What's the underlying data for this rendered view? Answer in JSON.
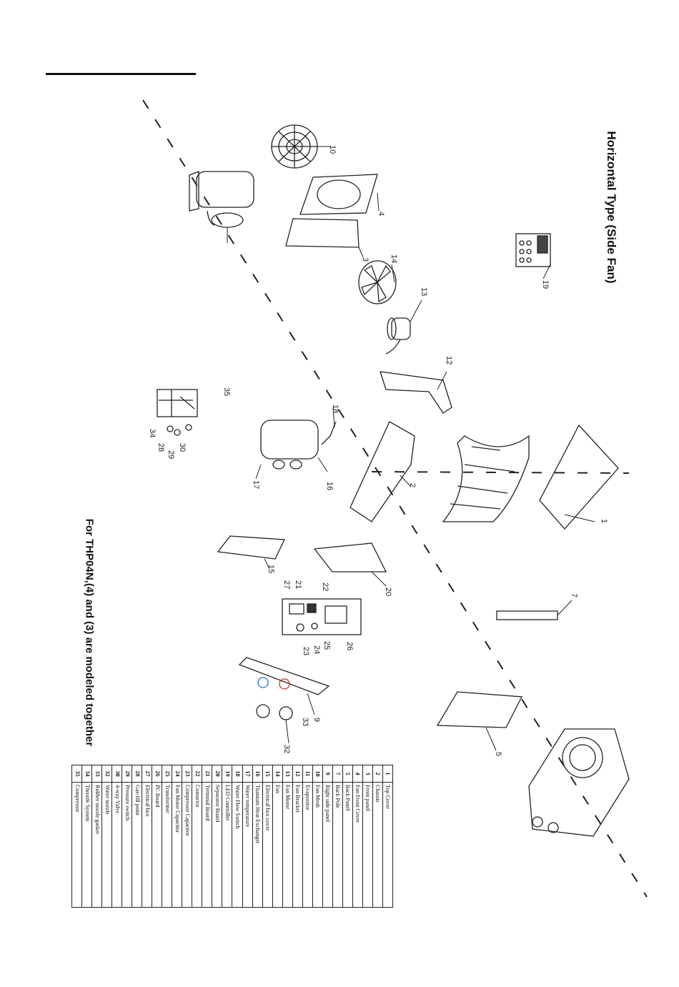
{
  "title": "Horizontal Type (Side Fan)",
  "note": "For THP04N,(4) and (3) are modeled together",
  "callouts": [
    "10",
    "4",
    "3",
    "14",
    "13",
    "19",
    "12",
    "35",
    "18",
    "34",
    "28",
    "29",
    "30",
    "16",
    "17",
    "2",
    "1",
    "15",
    "20",
    "27",
    "21",
    "22",
    "23",
    "24",
    "25",
    "26",
    "7",
    "9",
    "33",
    "32",
    "5"
  ],
  "parts": [
    {
      "no": "1",
      "name": "Top Cover"
    },
    {
      "no": "2",
      "name": "Chassis"
    },
    {
      "no": "3",
      "name": "Front panel"
    },
    {
      "no": "4",
      "name": "Fan Front Cover"
    },
    {
      "no": "5",
      "name": "Back Panel"
    },
    {
      "no": "7",
      "name": "Back Pole"
    },
    {
      "no": "9",
      "name": "Right side panel"
    },
    {
      "no": "10",
      "name": "Fan Mesh"
    },
    {
      "no": "11",
      "name": "Evaporator"
    },
    {
      "no": "12",
      "name": "Fan Bracket"
    },
    {
      "no": "13",
      "name": "Fan Motor"
    },
    {
      "no": "14",
      "name": "Fan"
    },
    {
      "no": "15",
      "name": "Electrical box cover"
    },
    {
      "no": "16",
      "name": "Titanium Heat Exchanger"
    },
    {
      "no": "17",
      "name": "Water temperature"
    },
    {
      "no": "18",
      "name": "Water Flow Switch"
    },
    {
      "no": "19",
      "name": "LED Controller"
    },
    {
      "no": "20",
      "name": "Separator Board"
    },
    {
      "no": "21",
      "name": "Terminal Board"
    },
    {
      "no": "22",
      "name": "Contactor"
    },
    {
      "no": "23",
      "name": "Compressor Capacitor"
    },
    {
      "no": "24",
      "name": "Fan Motor Capacitor"
    },
    {
      "no": "25",
      "name": "Transformer"
    },
    {
      "no": "26",
      "name": "PC Board"
    },
    {
      "no": "27",
      "name": "Electrical box"
    },
    {
      "no": "28",
      "name": "Gas-fill point"
    },
    {
      "no": "29",
      "name": "Pressure switch"
    },
    {
      "no": "30",
      "name": "4-way Valve"
    },
    {
      "no": "32",
      "name": "Water nozzle"
    },
    {
      "no": "33",
      "name": "Rubber nozzle gasket"
    },
    {
      "no": "34",
      "name": "Throttle System"
    },
    {
      "no": "35",
      "name": "Compressor"
    }
  ],
  "colors": {
    "line": "#222222",
    "nozzle_red": "#c0392b",
    "nozzle_blue": "#2c6ecb"
  }
}
